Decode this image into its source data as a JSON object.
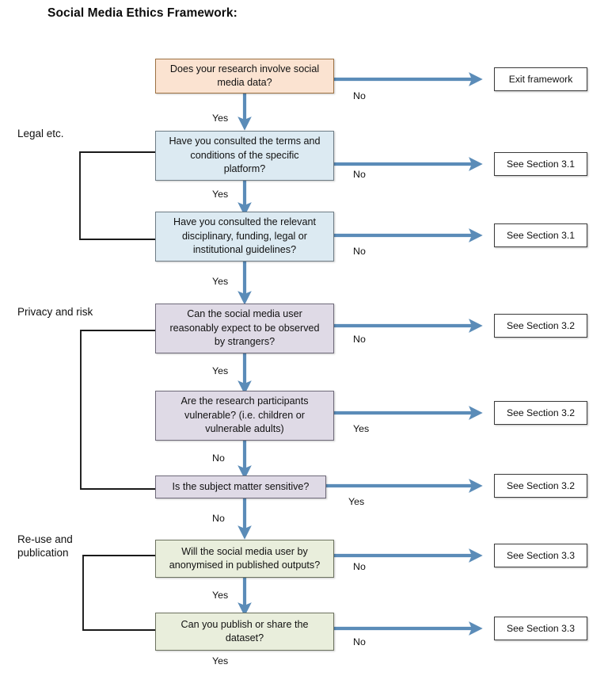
{
  "title": "Social Media Ethics Framework:",
  "section_labels": [
    {
      "id": "legal",
      "text": "Legal etc."
    },
    {
      "id": "privacy",
      "text": "Privacy and risk"
    },
    {
      "id": "reuse",
      "text": "Re-use and\npublication"
    }
  ],
  "decision_boxes": [
    {
      "id": "q1",
      "color": "peach",
      "lines": [
        "Does your research involve social",
        "media data?"
      ]
    },
    {
      "id": "q2",
      "color": "blue",
      "lines": [
        "Have you consulted the terms and",
        "conditions of the specific",
        "platform?"
      ]
    },
    {
      "id": "q3",
      "color": "blue",
      "lines": [
        "Have you consulted the relevant",
        "disciplinary, funding, legal or",
        "institutional guidelines?"
      ]
    },
    {
      "id": "q4",
      "color": "purple",
      "lines": [
        "Can the social media user",
        "reasonably expect  to be observed",
        "by strangers?"
      ]
    },
    {
      "id": "q5",
      "color": "purple",
      "lines": [
        "Are the research participants",
        "vulnerable? (i.e. children or",
        "vulnerable adults)"
      ]
    },
    {
      "id": "q6",
      "color": "purple",
      "lines": [
        "Is the subject matter sensitive?"
      ]
    },
    {
      "id": "q7",
      "color": "green",
      "lines": [
        "Will the social media user by",
        "anonymised in published outputs?"
      ]
    },
    {
      "id": "q8",
      "color": "green",
      "lines": [
        "Can you publish or share the",
        "dataset?"
      ]
    }
  ],
  "outcome_boxes": [
    {
      "id": "o1",
      "label": "Exit framework"
    },
    {
      "id": "o2",
      "label": "See Section 3.1"
    },
    {
      "id": "o3",
      "label": "See Section 3.1"
    },
    {
      "id": "o4",
      "label": "See Section 3.2"
    },
    {
      "id": "o5",
      "label": "See Section 3.2"
    },
    {
      "id": "o6",
      "label": "See Section 3.2"
    },
    {
      "id": "o7",
      "label": "See Section 3.3"
    },
    {
      "id": "o8",
      "label": "See Section 3.3"
    }
  ],
  "edge_labels": [
    {
      "id": "e-q1-no",
      "text": "No"
    },
    {
      "id": "e-q1-yes",
      "text": "Yes"
    },
    {
      "id": "e-q2-no",
      "text": "No"
    },
    {
      "id": "e-q2-yes",
      "text": "Yes"
    },
    {
      "id": "e-q3-no",
      "text": "No"
    },
    {
      "id": "e-q3-yes",
      "text": "Yes"
    },
    {
      "id": "e-q4-no",
      "text": "No"
    },
    {
      "id": "e-q4-yes",
      "text": "Yes"
    },
    {
      "id": "e-q5-yes",
      "text": "Yes"
    },
    {
      "id": "e-q5-no",
      "text": "No"
    },
    {
      "id": "e-q6-yes",
      "text": "Yes"
    },
    {
      "id": "e-q6-no",
      "text": "No"
    },
    {
      "id": "e-q7-no",
      "text": "No"
    },
    {
      "id": "e-q7-yes",
      "text": "Yes"
    },
    {
      "id": "e-q8-no",
      "text": "No"
    },
    {
      "id": "e-q8-yes",
      "text": "Yes"
    }
  ],
  "colors": {
    "arrow": "#5B8CB8",
    "bracket": "#1a1a1a",
    "peach_fill": "#FBE3D1",
    "blue_fill": "#DCEAF2",
    "purple_fill": "#DFDAE6",
    "green_fill": "#E9EEDC",
    "outcome_border": "#3b3b3b"
  }
}
